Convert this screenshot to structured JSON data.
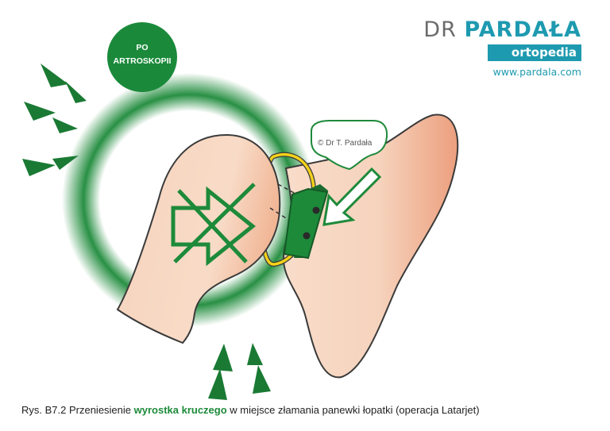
{
  "brand": {
    "name_light": "DR",
    "name_bold": "PARDAŁA",
    "subtitle": "ortopedia",
    "url": "www.pardala.com"
  },
  "badge": {
    "line1": "PO",
    "line2": "ARTROSKOPII"
  },
  "copyright": "© Dr T. Pardała",
  "caption": {
    "prefix": "Rys. B7.2 Przeniesienie ",
    "highlight": "wyrostka kruczego",
    "suffix": " w miejsce złamania panewki łopatki (operacja Latarjet)"
  },
  "colors": {
    "green": "#1d8a3a",
    "dark_green": "#1a6b30",
    "bone": "#f6d3bd",
    "bone_shade": "#eda989",
    "yellow": "#f3d11a",
    "brand_blue": "#1e9ab0"
  }
}
